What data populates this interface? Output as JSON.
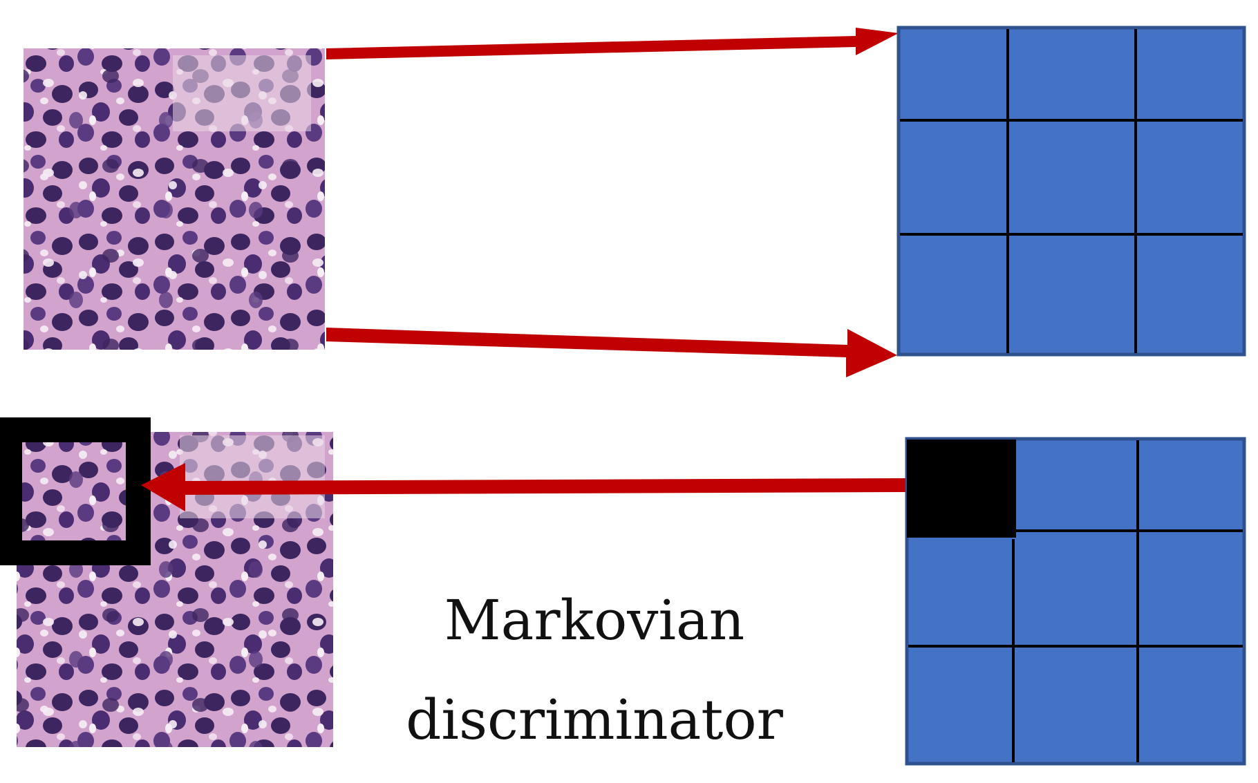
{
  "caption": {
    "line1": "Markovian",
    "line2": "discriminator"
  },
  "colors": {
    "arrow": "#c00000",
    "grid_fill": "#4472c4",
    "grid_border": "#2f528f",
    "grid_lines": "#000000",
    "highlight": "#000000",
    "tissue_base": "#c994c4",
    "tissue_nucleus": "#3d2560"
  },
  "elements": {
    "top_image": "histology-patch-icon",
    "top_grid": "patch-output-grid",
    "bottom_image": "histology-patch-icon",
    "bottom_grid": "patch-output-grid",
    "grid_rows": 3,
    "grid_cols": 3,
    "highlighted_cell": [
      0,
      0
    ]
  }
}
